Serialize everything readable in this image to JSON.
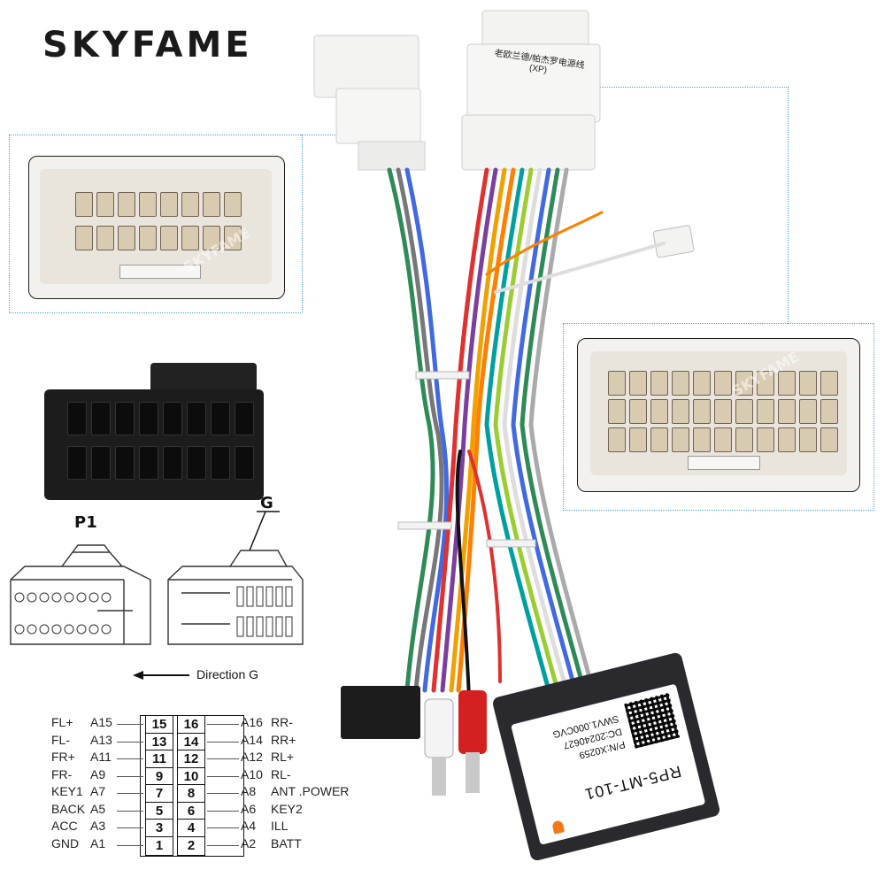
{
  "brand": "SKYFAME",
  "watermark": "SKYFAME",
  "connector_labels": {
    "p1": "P1",
    "g": "G"
  },
  "direction_label": "Direction G",
  "harness_label": {
    "line1": "老欧兰德/帕杰罗电源线",
    "line2": "(XP)"
  },
  "module": {
    "model": "RP5-MT-101",
    "sw": "SWV1.000CVG",
    "dc": "DC:20240627",
    "pn": "P/N:X0259"
  },
  "pinout": {
    "left": [
      {
        "name": "FL+",
        "code": "A15"
      },
      {
        "name": "FL-",
        "code": "A13"
      },
      {
        "name": "FR+",
        "code": "A11"
      },
      {
        "name": "FR-",
        "code": "A9"
      },
      {
        "name": "KEY1",
        "code": "A7"
      },
      {
        "name": "BACK",
        "code": "A5"
      },
      {
        "name": "ACC",
        "code": "A3"
      },
      {
        "name": "GND",
        "code": "A1"
      }
    ],
    "left_pins": [
      "15",
      "13",
      "11",
      "9",
      "7",
      "5",
      "3",
      "1"
    ],
    "right_pins": [
      "16",
      "14",
      "12",
      "10",
      "8",
      "6",
      "4",
      "2"
    ],
    "right": [
      {
        "code": "A16",
        "name": "RR-"
      },
      {
        "code": "A14",
        "name": "RR+"
      },
      {
        "code": "A12",
        "name": "RL+"
      },
      {
        "code": "A10",
        "name": "RL-"
      },
      {
        "code": "A8",
        "name": "ANT .POWER"
      },
      {
        "code": "A6",
        "name": "KEY2"
      },
      {
        "code": "A4",
        "name": "ILL"
      },
      {
        "code": "A2",
        "name": "BATT"
      }
    ]
  },
  "colors": {
    "dotted_line": "#4aa6d6",
    "connector_white": "#f2f1ee",
    "connector_black": "#1c1c1c",
    "module_box": "#2a2a2e"
  }
}
